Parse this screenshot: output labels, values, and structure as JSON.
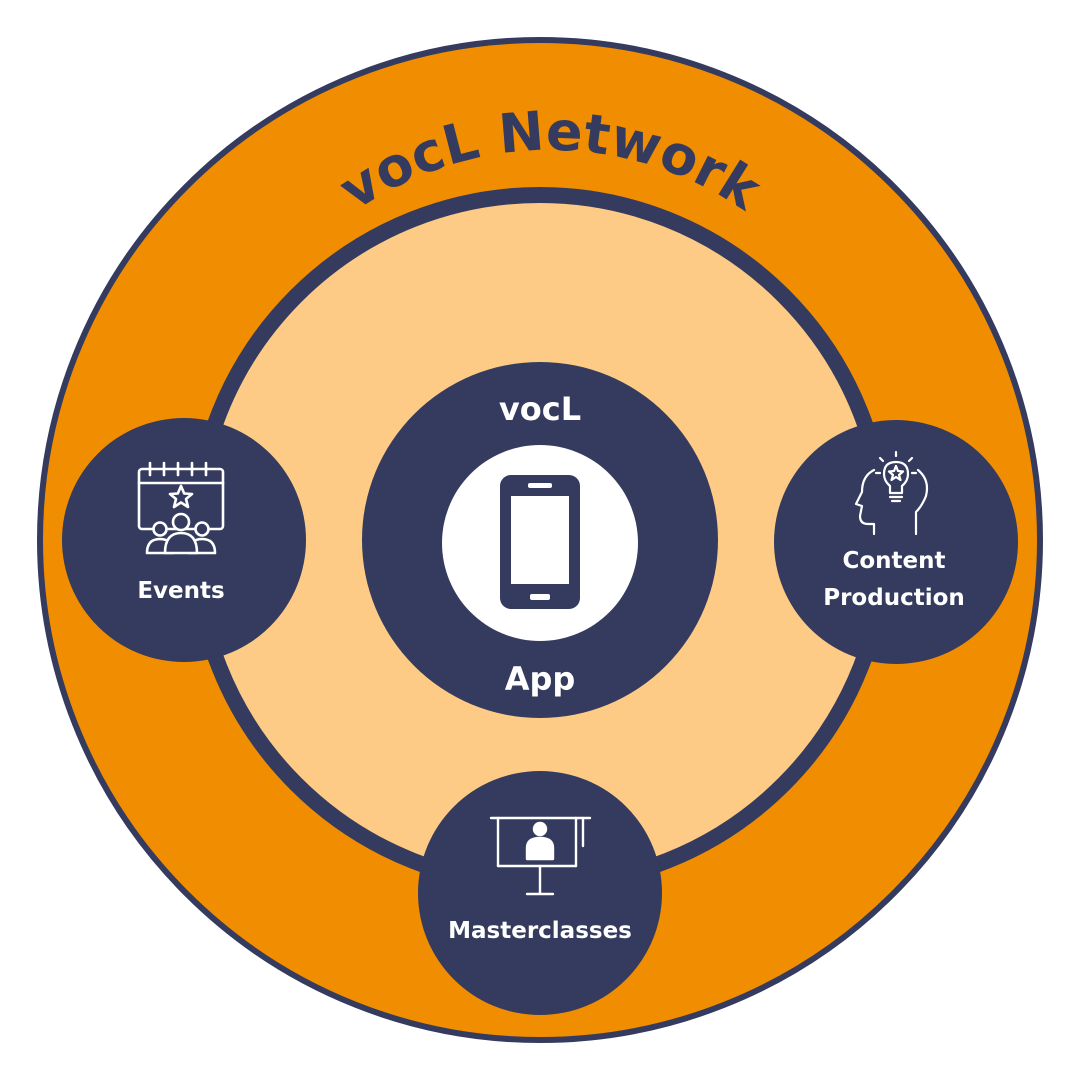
{
  "colors": {
    "navy": "#343b5e",
    "orange": "#f18d00",
    "peach": "#fdcb86",
    "white": "#ffffff"
  },
  "network_title": "vocL Network",
  "center": {
    "top_label": "vocL",
    "bottom_label": "App",
    "icon": "smartphone-icon"
  },
  "nodes": {
    "events": {
      "label": "Events",
      "icon": "calendar-audience-icon"
    },
    "content": {
      "label_line1": "Content",
      "label_line2": "Production",
      "icon": "head-lightbulb-icon"
    },
    "masterclasses": {
      "label": "Masterclasses",
      "icon": "presentation-screen-icon"
    }
  }
}
